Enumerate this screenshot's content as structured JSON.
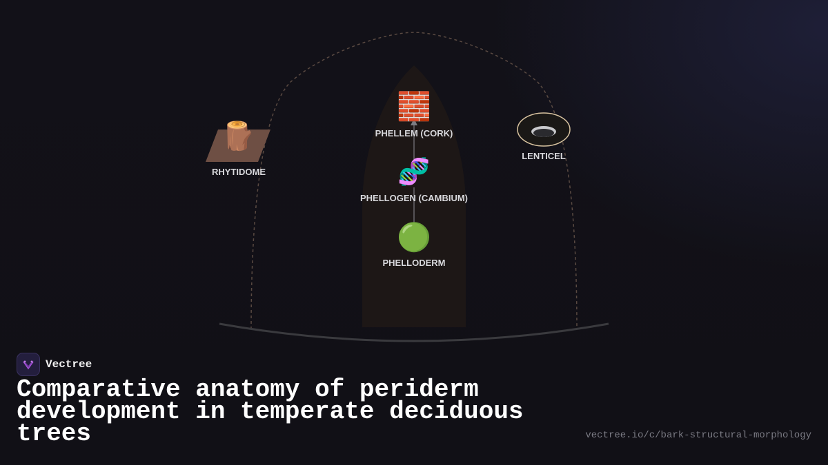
{
  "diagram": {
    "nodes": [
      {
        "id": "phellem",
        "label": "PHELLEM (CORK)",
        "icon": "brick-icon",
        "glyph": "🧱"
      },
      {
        "id": "phellogen",
        "label": "PHELLOGEN (CAMBIUM)",
        "icon": "dna-icon",
        "glyph": "🧬"
      },
      {
        "id": "phelloderm",
        "label": "PHELLODERM",
        "icon": "green-circle-icon",
        "glyph": "🟢"
      },
      {
        "id": "rhytidome",
        "label": "RHYTIDOME",
        "icon": "wood-log-icon",
        "glyph": "🪵"
      },
      {
        "id": "lenticel",
        "label": "LENTICEL",
        "icon": "hole-icon"
      }
    ],
    "edges": [
      {
        "from": "phellogen",
        "to": "phellem"
      },
      {
        "from": "phellogen",
        "to": "phelloderm"
      }
    ]
  },
  "brand": {
    "name": "Vectree"
  },
  "title": "Comparative anatomy of periderm development in temperate deciduous trees",
  "url": "vectree.io/c/bark-structural-morphology",
  "colors": {
    "background": "#111016",
    "trunk": "#1d1716",
    "dashed_outline": "#5a4a42",
    "ground": "#3a3a3e",
    "arrow": "#7c7c82",
    "rhytidome_slab": "#6e4f44",
    "lenticel_ring": "#d8c3a0",
    "label": "#d8d8dc",
    "url": "#7b7b84",
    "brand_accent": "#a44fd8"
  }
}
